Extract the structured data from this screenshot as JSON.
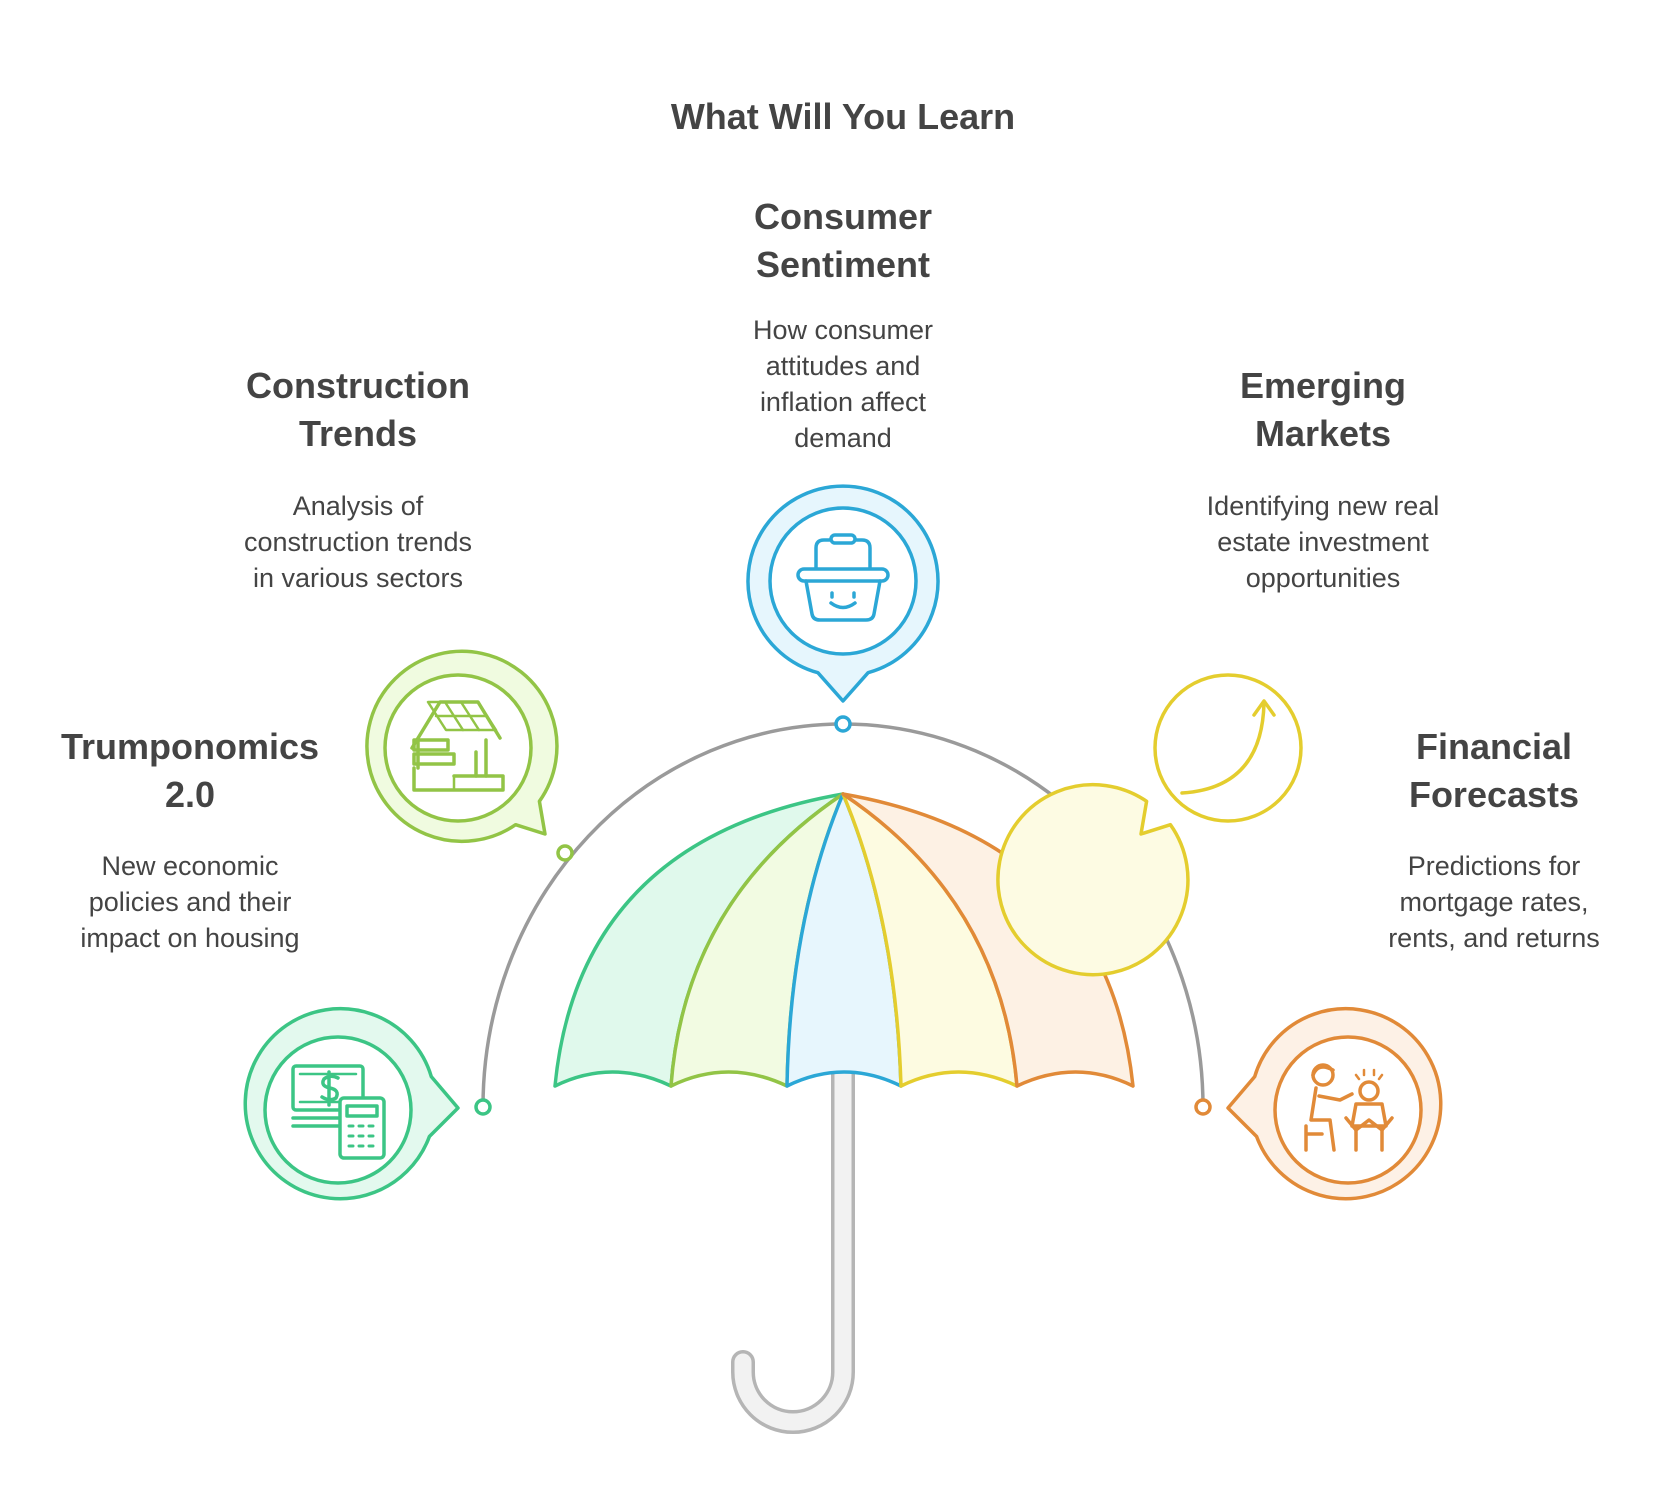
{
  "title": "What Will You Learn",
  "topics": [
    {
      "heading": [
        "Trumponomics",
        "2.0"
      ],
      "description": [
        "New economic",
        "policies and their",
        "impact on housing"
      ],
      "icon": "money-calculator-icon",
      "color": "#3cc585",
      "fill": "#e3f9ee"
    },
    {
      "heading": [
        "Construction",
        "Trends"
      ],
      "description": [
        "Analysis of",
        "construction trends",
        "in various sectors"
      ],
      "icon": "house-solar-panel-icon",
      "color": "#92c446",
      "fill": "#f0fbe0"
    },
    {
      "heading": [
        "Consumer",
        "Sentiment"
      ],
      "description": [
        "How consumer",
        "attitudes and",
        "inflation affect",
        "demand"
      ],
      "icon": "smiling-basket-icon",
      "color": "#2ba7d6",
      "fill": "#e6f6fd"
    },
    {
      "heading": [
        "Emerging",
        "Markets"
      ],
      "description": [
        "Identifying new real",
        "estate investment",
        "opportunities"
      ],
      "icon": "growth-arrow-icon",
      "color": "#e4cd2e",
      "fill": "#fdfbe3"
    },
    {
      "heading": [
        "Financial",
        "Forecasts"
      ],
      "description": [
        "Predictions for",
        "mortgage rates,",
        "rents, and returns"
      ],
      "icon": "family-advisor-icon",
      "color": "#e18a38",
      "fill": "#fdf1e6"
    }
  ],
  "umbrella_panels": [
    "#e0f9ec",
    "#f2fbe2",
    "#e7f6fd",
    "#fdfbe1",
    "#fdf1e4"
  ],
  "arc_color": "#9a9a9a",
  "handle_color": "#b5b5b5"
}
